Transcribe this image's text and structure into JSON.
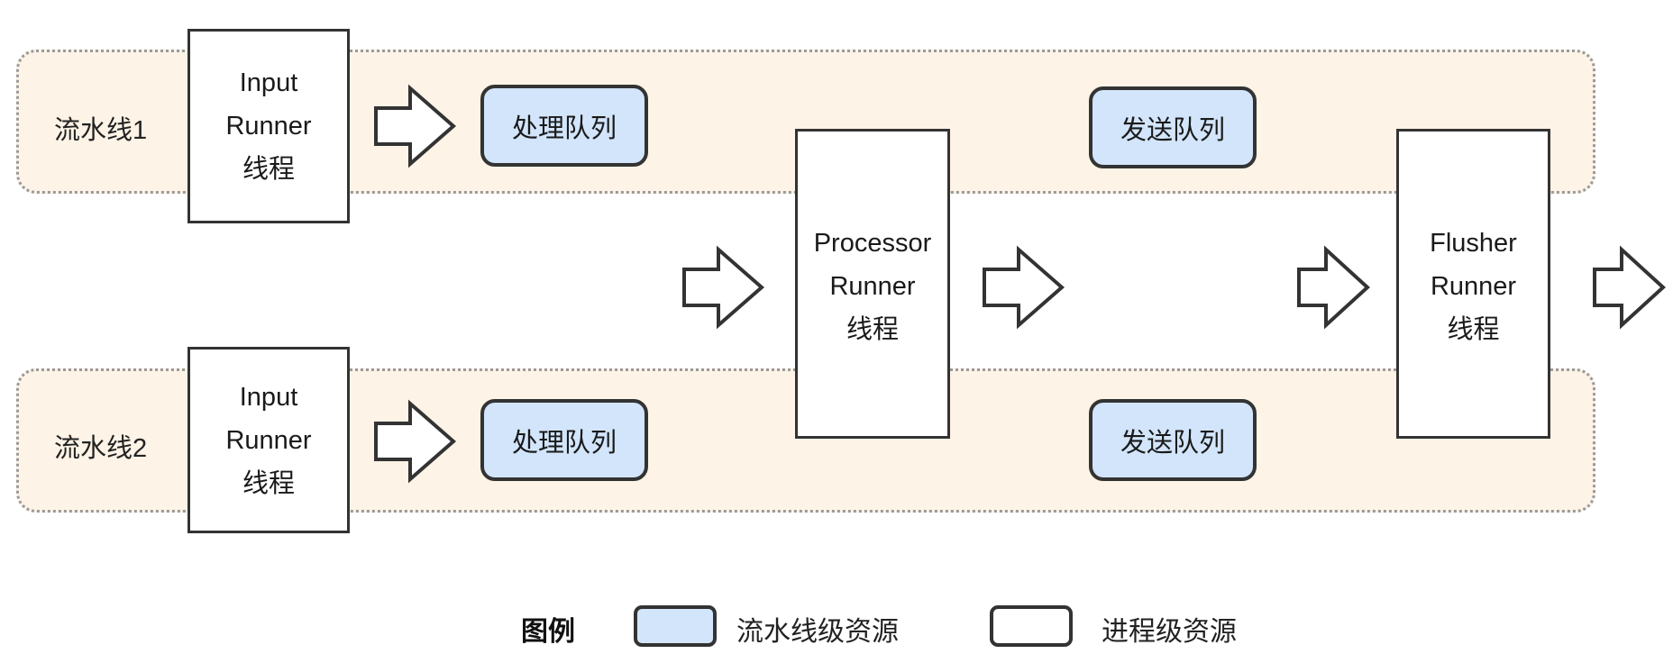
{
  "pipelines": [
    {
      "label": "流水线1",
      "input_runner": [
        "Input",
        "Runner",
        "线程"
      ],
      "process_queue": "处理队列",
      "send_queue": "发送队列"
    },
    {
      "label": "流水线2",
      "input_runner": [
        "Input",
        "Runner",
        "线程"
      ],
      "process_queue": "处理队列",
      "send_queue": "发送队列"
    }
  ],
  "processor_runner": [
    "Processor",
    "Runner",
    "线程"
  ],
  "flusher_runner": [
    "Flusher",
    "Runner",
    "线程"
  ],
  "legend": {
    "title": "图例",
    "items": [
      {
        "label": "流水线级资源",
        "color": "#d2e5fb"
      },
      {
        "label": "进程级资源",
        "color": "#ffffff"
      }
    ]
  },
  "colors": {
    "pipeline_band": "#fdf3e6",
    "pipeline_resource": "#d2e5fb",
    "process_resource": "#ffffff",
    "stroke": "#333333"
  }
}
